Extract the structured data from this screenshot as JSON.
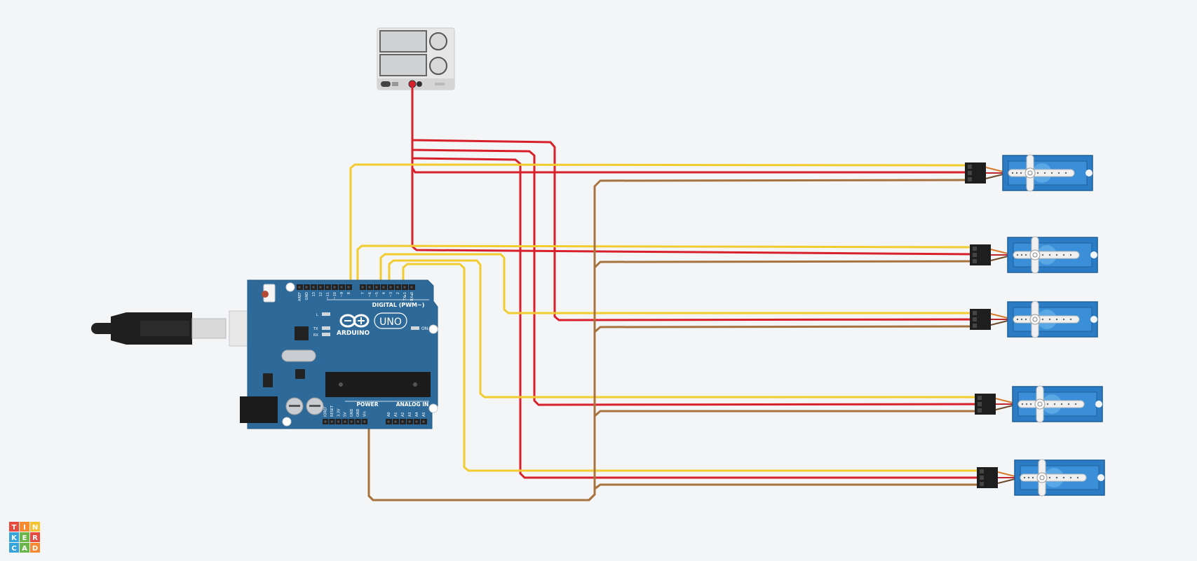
{
  "colors": {
    "background": "#f3f5f7",
    "board_blue": "#2e6a99",
    "wire_signal": "#f2cc2f",
    "wire_power": "#d8202a",
    "wire_ground": "#a9733e",
    "servo_blue": "#2b7cc5"
  },
  "arduino": {
    "brand": "ARDUINO",
    "model": "UNO",
    "digital_label": "DIGITAL (PWM~)",
    "power_label": "POWER",
    "analog_label": "ANALOG IN",
    "on_label": "ON",
    "led_l": "L",
    "led_tx": "TX",
    "led_rx": "RX",
    "digital_pins": [
      "AREF",
      "GND",
      "13",
      "12",
      "~11",
      "~10",
      "~9",
      "8",
      "7",
      "~6",
      "~5",
      "4",
      "~3",
      "2",
      "TX▸1",
      "RX◂0"
    ],
    "power_pins": [
      "IOREF",
      "RESET",
      "3.3V",
      "5V",
      "GND",
      "GND",
      "Vin"
    ],
    "analog_pins": [
      "A0",
      "A1",
      "A2",
      "A3",
      "A4",
      "A5"
    ]
  },
  "logo": {
    "letters": [
      "T",
      "I",
      "N",
      "K",
      "E",
      "R",
      "C",
      "A",
      "D"
    ],
    "colors": [
      "#e94a3f",
      "#f58a32",
      "#f6c431",
      "#36a5dd",
      "#6ab64a",
      "#e94a3f",
      "#36a5dd",
      "#6ab64a",
      "#f58a32"
    ]
  },
  "icons": {
    "usb": "usb-cable-icon",
    "servo": "servo-motor-icon",
    "supply": "power-supply-icon",
    "logo": "tinkercad-logo"
  }
}
